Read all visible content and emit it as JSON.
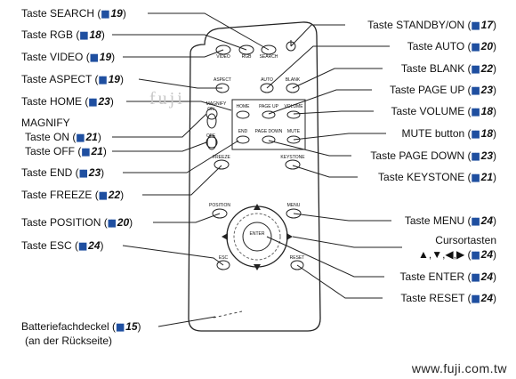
{
  "left_labels": [
    {
      "id": "search",
      "text": "Taste SEARCH (",
      "ref": "19",
      "tail": ")"
    },
    {
      "id": "rgb",
      "text": "Taste RGB (",
      "ref": "18",
      "tail": ")"
    },
    {
      "id": "video",
      "text": "Taste VIDEO (",
      "ref": "19",
      "tail": ")"
    },
    {
      "id": "aspect",
      "text": "Taste ASPECT (",
      "ref": "19",
      "tail": ")"
    },
    {
      "id": "home",
      "text": "Taste HOME (",
      "ref": "23",
      "tail": ")"
    },
    {
      "id": "magnify",
      "text": "MAGNIFY",
      "ref": "",
      "tail": ""
    },
    {
      "id": "on",
      "text": "Taste ON (",
      "ref": "21",
      "tail": ")"
    },
    {
      "id": "off",
      "text": "Taste OFF (",
      "ref": "21",
      "tail": ")"
    },
    {
      "id": "end",
      "text": "Taste END (",
      "ref": "23",
      "tail": ")"
    },
    {
      "id": "freeze",
      "text": "Taste FREEZE (",
      "ref": "22",
      "tail": ")"
    },
    {
      "id": "position",
      "text": "Taste POSITION (",
      "ref": "20",
      "tail": ")"
    },
    {
      "id": "esc",
      "text": "Taste ESC (",
      "ref": "24",
      "tail": ")"
    },
    {
      "id": "battery",
      "text": "Batteriefachdeckel (",
      "ref": "15",
      "tail": ")"
    },
    {
      "id": "battery2",
      "text": "(an der Rückseite)",
      "ref": "",
      "tail": ""
    }
  ],
  "right_labels": [
    {
      "id": "standby",
      "text": "Taste STANDBY/ON (",
      "ref": "17",
      "tail": ")"
    },
    {
      "id": "auto",
      "text": "Taste AUTO (",
      "ref": "20",
      "tail": ")"
    },
    {
      "id": "blank",
      "text": "Taste BLANK (",
      "ref": "22",
      "tail": ")"
    },
    {
      "id": "pageup",
      "text": "Taste PAGE UP (",
      "ref": "23",
      "tail": ")"
    },
    {
      "id": "volume",
      "text": "Taste VOLUME (",
      "ref": "18",
      "tail": ")"
    },
    {
      "id": "mute",
      "text": "MUTE button (",
      "ref": "18",
      "tail": ")"
    },
    {
      "id": "pagedown",
      "text": "Taste PAGE DOWN (",
      "ref": "23",
      "tail": ")"
    },
    {
      "id": "keystone",
      "text": "Taste KEYSTONE (",
      "ref": "21",
      "tail": ")"
    },
    {
      "id": "menu",
      "text": "Taste MENU (",
      "ref": "24",
      "tail": ")"
    },
    {
      "id": "cursor",
      "text": "Cursortasten",
      "ref": "",
      "tail": ""
    },
    {
      "id": "cursor2",
      "text": "▲,▼,◀,▶ (",
      "ref": "24",
      "tail": ")"
    },
    {
      "id": "enter",
      "text": "Taste ENTER (",
      "ref": "24",
      "tail": ")"
    },
    {
      "id": "reset",
      "text": "Taste RESET (",
      "ref": "24",
      "tail": ")"
    }
  ],
  "remote_buttons": {
    "video": "VIDEO",
    "rgb": "RGB",
    "search": "SEARCH",
    "aspect": "ASPECT",
    "auto": "AUTO",
    "blank": "BLANK",
    "magnify": "MAGNIFY",
    "home": "HOME",
    "pageup": "PAGE UP",
    "volume": "VOLUME",
    "on": "ON",
    "off": "OFF",
    "end": "END",
    "pagedown": "PAGE DOWN",
    "mute": "MUTE",
    "freeze": "FREEZE",
    "keystone": "KEYSTONE",
    "position": "POSITION",
    "menu": "MENU",
    "enter": "ENTER",
    "esc": "ESC",
    "reset": "RESET"
  },
  "book_icon": "manual-book-icon",
  "footer": "www.fuji.com.tw",
  "watermark": "fuji"
}
